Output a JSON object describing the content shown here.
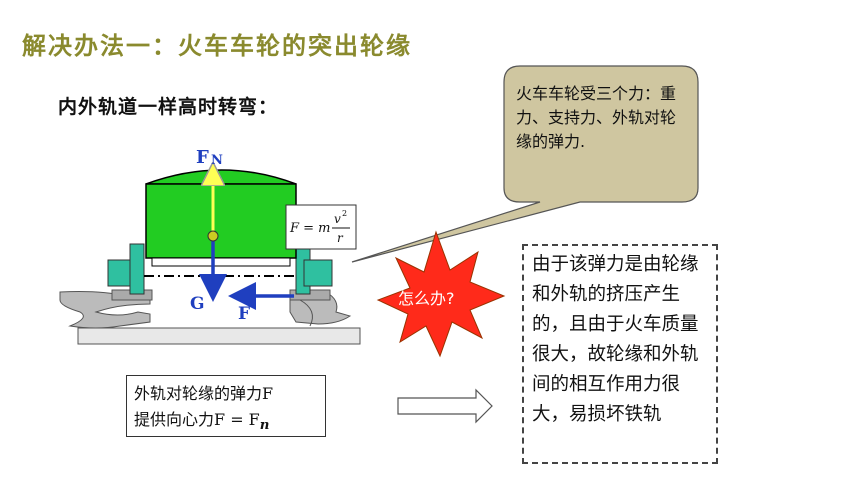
{
  "title": "解决办法一：火车车轮的突出轮缘",
  "subtitle": "内外轨道一样高时转弯：",
  "labels": {
    "normal_force": "F",
    "normal_force_sub": "N",
    "gravity": "G",
    "force": "F"
  },
  "formula_card": {
    "lhs": "F = m",
    "numerator": "v",
    "exponent": "2",
    "denominator": "r"
  },
  "callout": {
    "text": "火车车轮受三个力：重力、支持力、外轨对轮缘的弹力."
  },
  "question": "怎么办?",
  "explanation": "由于该弹力是由轮缘和外轨的挤压产生的，且由于火车质量很大，故轮缘和外轨间的相互作用力很大，易损坏铁轨",
  "conclusion": {
    "line1": "外轨对轮缘的弹力F",
    "line2": "提供向心力F = F",
    "line2_sub": "n"
  },
  "colors": {
    "title": "#8a8a2e",
    "carriage": "#22cc22",
    "callout_fill": "#cfc6a0",
    "starburst": "#ff2a1a",
    "arrow_blue": "#1f3fbf",
    "arrow_yellow": "#ffff55"
  }
}
